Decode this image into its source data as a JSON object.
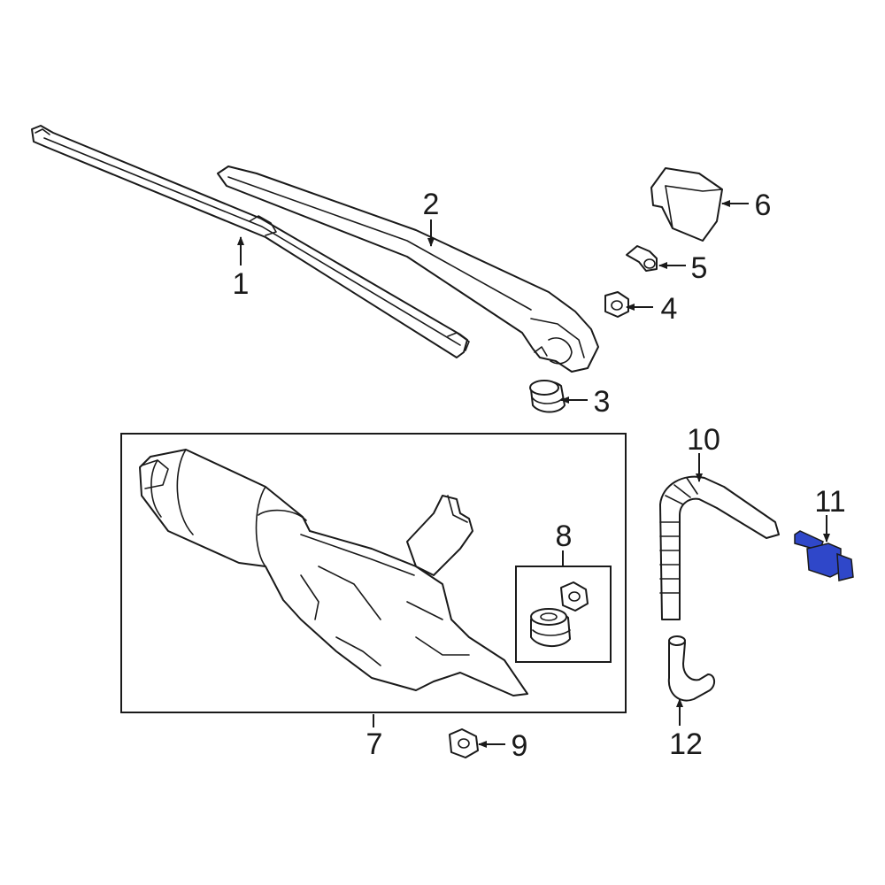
{
  "diagram": {
    "highlight_color": "#2f47c9",
    "line_color": "#1a1a1a",
    "callouts": {
      "c1": "1",
      "c2": "2",
      "c3": "3",
      "c4": "4",
      "c5": "5",
      "c6": "6",
      "c7": "7",
      "c8": "8",
      "c9": "9",
      "c10": "10",
      "c11": "11",
      "c12": "12"
    },
    "highlighted_part": "11"
  }
}
